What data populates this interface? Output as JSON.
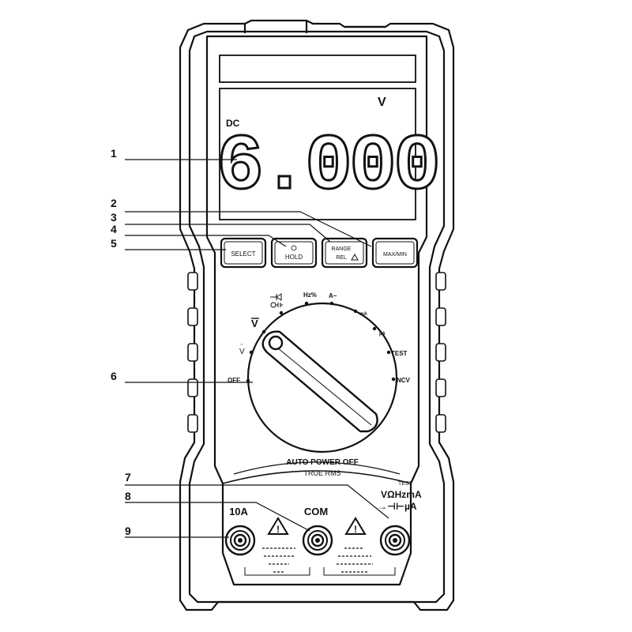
{
  "display": {
    "mode": "DC",
    "reading": "6.000",
    "unit": "V"
  },
  "buttons": {
    "select": "SELECT",
    "hold": "HOLD",
    "range_rel_line1": "RANGE",
    "range_rel_line2": "REL",
    "max_min": "MAX/MIN"
  },
  "dial": {
    "off": "OFF",
    "ncv": "NCV",
    "test": "TEST",
    "hz": "Hz%",
    "a": "A~",
    "ma": "mA",
    "ua": "µA"
  },
  "labels": {
    "auto_power_off": "AUTO POWER OFF",
    "true_rms": "TRUE RMS",
    "test_small": "TEST",
    "vohm_jack": "VΩHzmA",
    "diode_cap_jack": "→⊣⊢µA",
    "jack_10a": "10A",
    "jack_com": "COM"
  },
  "callouts": [
    "1",
    "2",
    "3",
    "4",
    "5",
    "6",
    "7",
    "8",
    "9"
  ],
  "colors": {
    "line": "#111111",
    "background": "#ffffff"
  }
}
